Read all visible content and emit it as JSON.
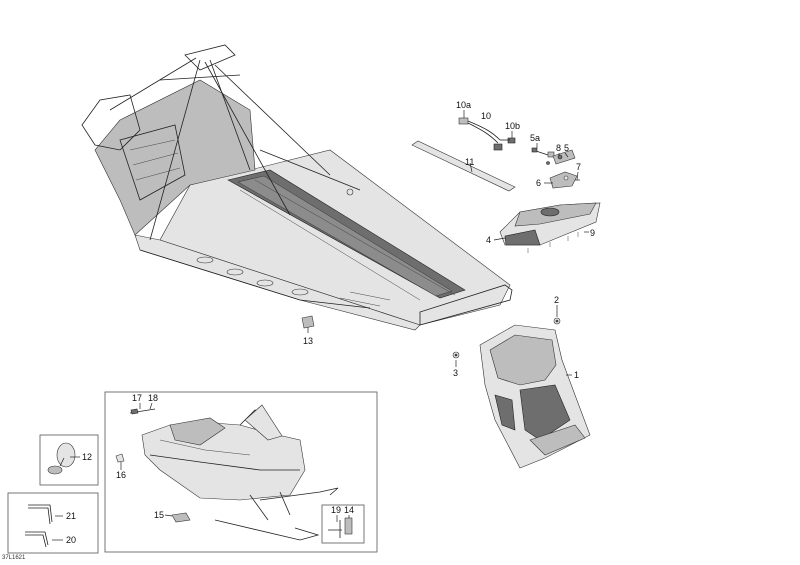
{
  "figure_code": "37L1621",
  "callouts": {
    "c1": "1",
    "c2": "2",
    "c3": "3",
    "c4": "4",
    "c5": "5",
    "c5a": "5a",
    "c6": "6",
    "c7": "7",
    "c8": "8",
    "c9": "9",
    "c10": "10",
    "c10a": "10a",
    "c10b": "10b",
    "c11": "11",
    "c12": "12",
    "c13": "13",
    "c14": "14",
    "c15": "15",
    "c16": "16",
    "c17": "17",
    "c18": "18",
    "c19": "19",
    "c20": "20",
    "c21": "21"
  }
}
